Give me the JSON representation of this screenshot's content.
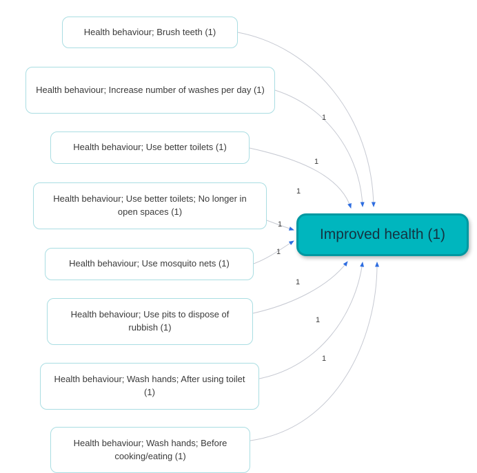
{
  "diagram": {
    "central": {
      "label": "Improved health (1)"
    },
    "nodes": [
      {
        "label": "Health behaviour; Brush teeth (1)"
      },
      {
        "label": "Health behaviour; Increase number of washes per day (1)"
      },
      {
        "label": "Health behaviour; Use better toilets (1)"
      },
      {
        "label": "Health behaviour; Use better toilets; No longer in open spaces (1)"
      },
      {
        "label": "Health behaviour; Use mosquito nets (1)"
      },
      {
        "label": "Health behaviour; Use pits to dispose of rubbish (1)"
      },
      {
        "label": "Health behaviour; Wash hands; After using toilet (1)"
      },
      {
        "label": "Health behaviour; Wash hands; Before cooking/eating (1)"
      }
    ],
    "edge_labels": [
      "1",
      "1",
      "1",
      "1",
      "1",
      "1",
      "1",
      "1"
    ],
    "colors": {
      "node_border": "#a9dde2",
      "central_fill": "#00b6be",
      "central_border": "#0098a1",
      "edge_line": "#c6c9d2",
      "arrowhead": "#2e6de0"
    }
  }
}
